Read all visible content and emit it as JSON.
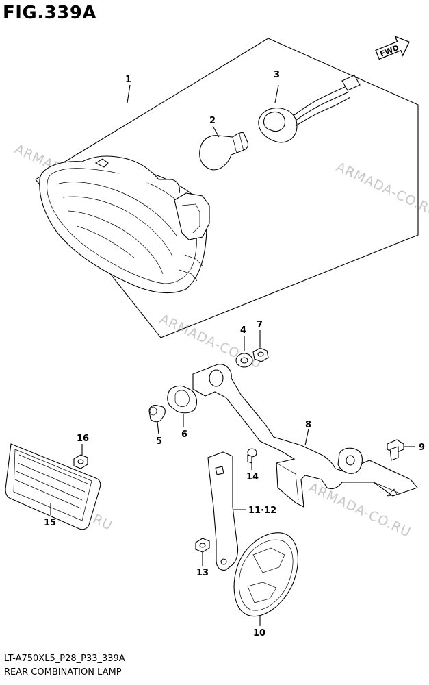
{
  "figure": {
    "title": "FIG.339A",
    "code": "LT-A750XL5_P28_P33_339A",
    "name": "REAR COMBINATION LAMP"
  },
  "direction_tag": "FWD",
  "watermark": "ARMADA-CO.RU",
  "parts": [
    {
      "ref": "1"
    },
    {
      "ref": "2"
    },
    {
      "ref": "3"
    },
    {
      "ref": "4"
    },
    {
      "ref": "5"
    },
    {
      "ref": "6"
    },
    {
      "ref": "7"
    },
    {
      "ref": "8"
    },
    {
      "ref": "9"
    },
    {
      "ref": "10"
    },
    {
      "ref": "11·12"
    },
    {
      "ref": "13"
    },
    {
      "ref": "14"
    },
    {
      "ref": "15"
    },
    {
      "ref": "16"
    }
  ]
}
